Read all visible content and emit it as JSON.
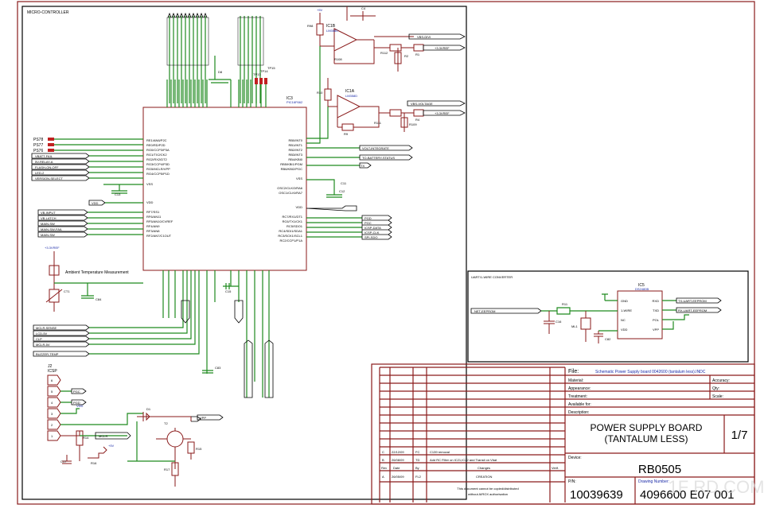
{
  "mcu_panel": {
    "title": "MICRO-CONTROLLER",
    "ic_ref": "IC3",
    "ic_part": "PIC16F662",
    "left_pins": [
      "RE1/AN6/P2C",
      "RE0/RD/P2D",
      "RG0/CCP3/P3A",
      "RG1/TX2/CK2",
      "RG2/RX2/DT2",
      "RG3/CCP4/P3D",
      "RG5/MCLR/VPP",
      "RG4/CCP5/P1D",
      "VSS",
      "VDD",
      "RF7/SS1",
      "RF6/AN11",
      "RF5/AN10/CVREF",
      "RF4/AN9",
      "RF3/AN8",
      "RF2/AN7/C1OUT"
    ],
    "right_pins": [
      "RB0/INT0",
      "RB1/INT1",
      "RB2/INT2",
      "RB3/INT3",
      "RB4/KBI0",
      "RB5/KBI1/PGM",
      "RB6/KBI2/PGC",
      "VSS",
      "OSC2/CLKO/RA6",
      "OSC1/CLKI/RA7",
      "VDD",
      "RC7/RX1/DT1",
      "RC6/TX1/CK1",
      "RC5/SDO1",
      "RC4/SDI1/SDA1",
      "RC3/SCK1/SCL1",
      "RC2/CCP1/P1A"
    ],
    "left_ports": [
      "PS78",
      "PS77",
      "PS76"
    ],
    "left_signals_a": [
      "VBATT-FAIL",
      "5V-RELAY-A",
      "FLASH-ON-OFF",
      "LED-2",
      "VERSION-SELECT"
    ],
    "left_signals_b": [
      "VB-INPUT",
      "VB-LATCH",
      "MAIN-SW",
      "MAIN-SW-FAIL",
      "MAIN-SW"
    ],
    "left_signals_c": [
      "MCLR-SENSE",
      "LCD-5V",
      "CLP",
      "MCLR-5V"
    ],
    "left_signal_d": "BUZZER-TEMP",
    "right_signals_a": [
      "VOLT-INTEGRATE",
      "TO-BATTERY-STATUS",
      "TX"
    ],
    "right_signals_b": [
      "PGD",
      "PGC",
      "ICSP-DATA",
      "ICSP-CLK",
      "SPI-SDO"
    ],
    "vdd_label": "VDD",
    "temp_label": "Ambient Temperature Measurement",
    "temp_ref": "CT1",
    "supply_label": "+3.3VREF",
    "caps": [
      "C13",
      "C12",
      "C11",
      "C15",
      "C83",
      "C84",
      "D8"
    ],
    "top_testpoints": [
      "TP13",
      "TP14",
      "TP15"
    ]
  },
  "opamp_section": {
    "upper": {
      "ref": "IC1B",
      "part": "LM358D",
      "r_in": "R108",
      "r_a": "R112",
      "r_b": "R2",
      "r_out": "R1",
      "c": "C4",
      "out1": "VBS-DIVI",
      "out2": "+3.3VREF",
      "r_top": "R98"
    },
    "lower": {
      "ref": "IC1A",
      "part": "LM358D",
      "r_in": "R10",
      "r_a": "R111",
      "r_b": "R109",
      "r_out": "R4",
      "r_fb": "R9",
      "out1": "VBS-VOLTAGE",
      "out2": "+3.3VREF"
    }
  },
  "icsp": {
    "ref": "J2",
    "name": "ICSP",
    "pins": [
      "6",
      "5",
      "4",
      "3",
      "2",
      "1"
    ],
    "labels": [
      "PGC",
      "PGD",
      "VDD"
    ],
    "parts": [
      "D1",
      "T2",
      "R14",
      "R16",
      "R15",
      "R17",
      "C17"
    ],
    "mclr": "MCLR",
    "vpp": "VPP"
  },
  "uart_panel": {
    "title": "UART/1-WIRE CONVERTER",
    "ic_ref": "IC5",
    "ic_part": "DS2480B",
    "ic_pins_left": [
      "GND",
      "1-WIRE",
      "NC",
      "VDD"
    ],
    "ic_pins_right": [
      "RXD",
      "TXD",
      "POL",
      "VPP"
    ],
    "signal_in": "NET-EEPROM",
    "signals_out": [
      "TX-UART-EEPROM",
      "RX-UART-EEPROM"
    ],
    "parts": [
      "R11",
      "C16",
      "ML1",
      "C82"
    ]
  },
  "title_block": {
    "file_label": "File:",
    "file_value": "Schematic Power Supply board 0042600 (tantalum less).INDC",
    "material_label": "Material:",
    "accuracy_label": "Accuracy:",
    "appearance_label": "Appearance:",
    "qty_label": "Qty:",
    "treatment_label": "Treatment:",
    "scale_label": "Scale:",
    "available_label": "Available for:",
    "description_label": "Description:",
    "description": [
      "POWER SUPPLY BOARD",
      "(TANTALUM LESS)"
    ],
    "sheet": "1/7",
    "device_label": "Device:",
    "device": "RB0505",
    "pn_label": "P/N:",
    "pn": "10039639",
    "drawing_label": "Drawing Number:",
    "drawing_number": "4096600 E07 001",
    "revisions": [
      {
        "rev": "C",
        "date": "22/12/09",
        "by": "FC",
        "change": "C139 removal"
      },
      {
        "rev": "B",
        "date": "26/08/09",
        "by": "TD",
        "change": "Add RC Filter on IC21,IC22 and Transil on Vbat"
      },
      {
        "rev": "A",
        "date": "26/05/09",
        "by": "FL2",
        "change": "CREATION"
      }
    ],
    "rev_header": {
      "rev": "Rev",
      "date": "Date",
      "by": "By",
      "changes": "Changes",
      "verif": "Verif."
    },
    "notice": [
      "This document cannot be copied/distributed",
      "without AIROX authorisation"
    ]
  },
  "watermark": {
    "text": "1F RD.COM"
  }
}
